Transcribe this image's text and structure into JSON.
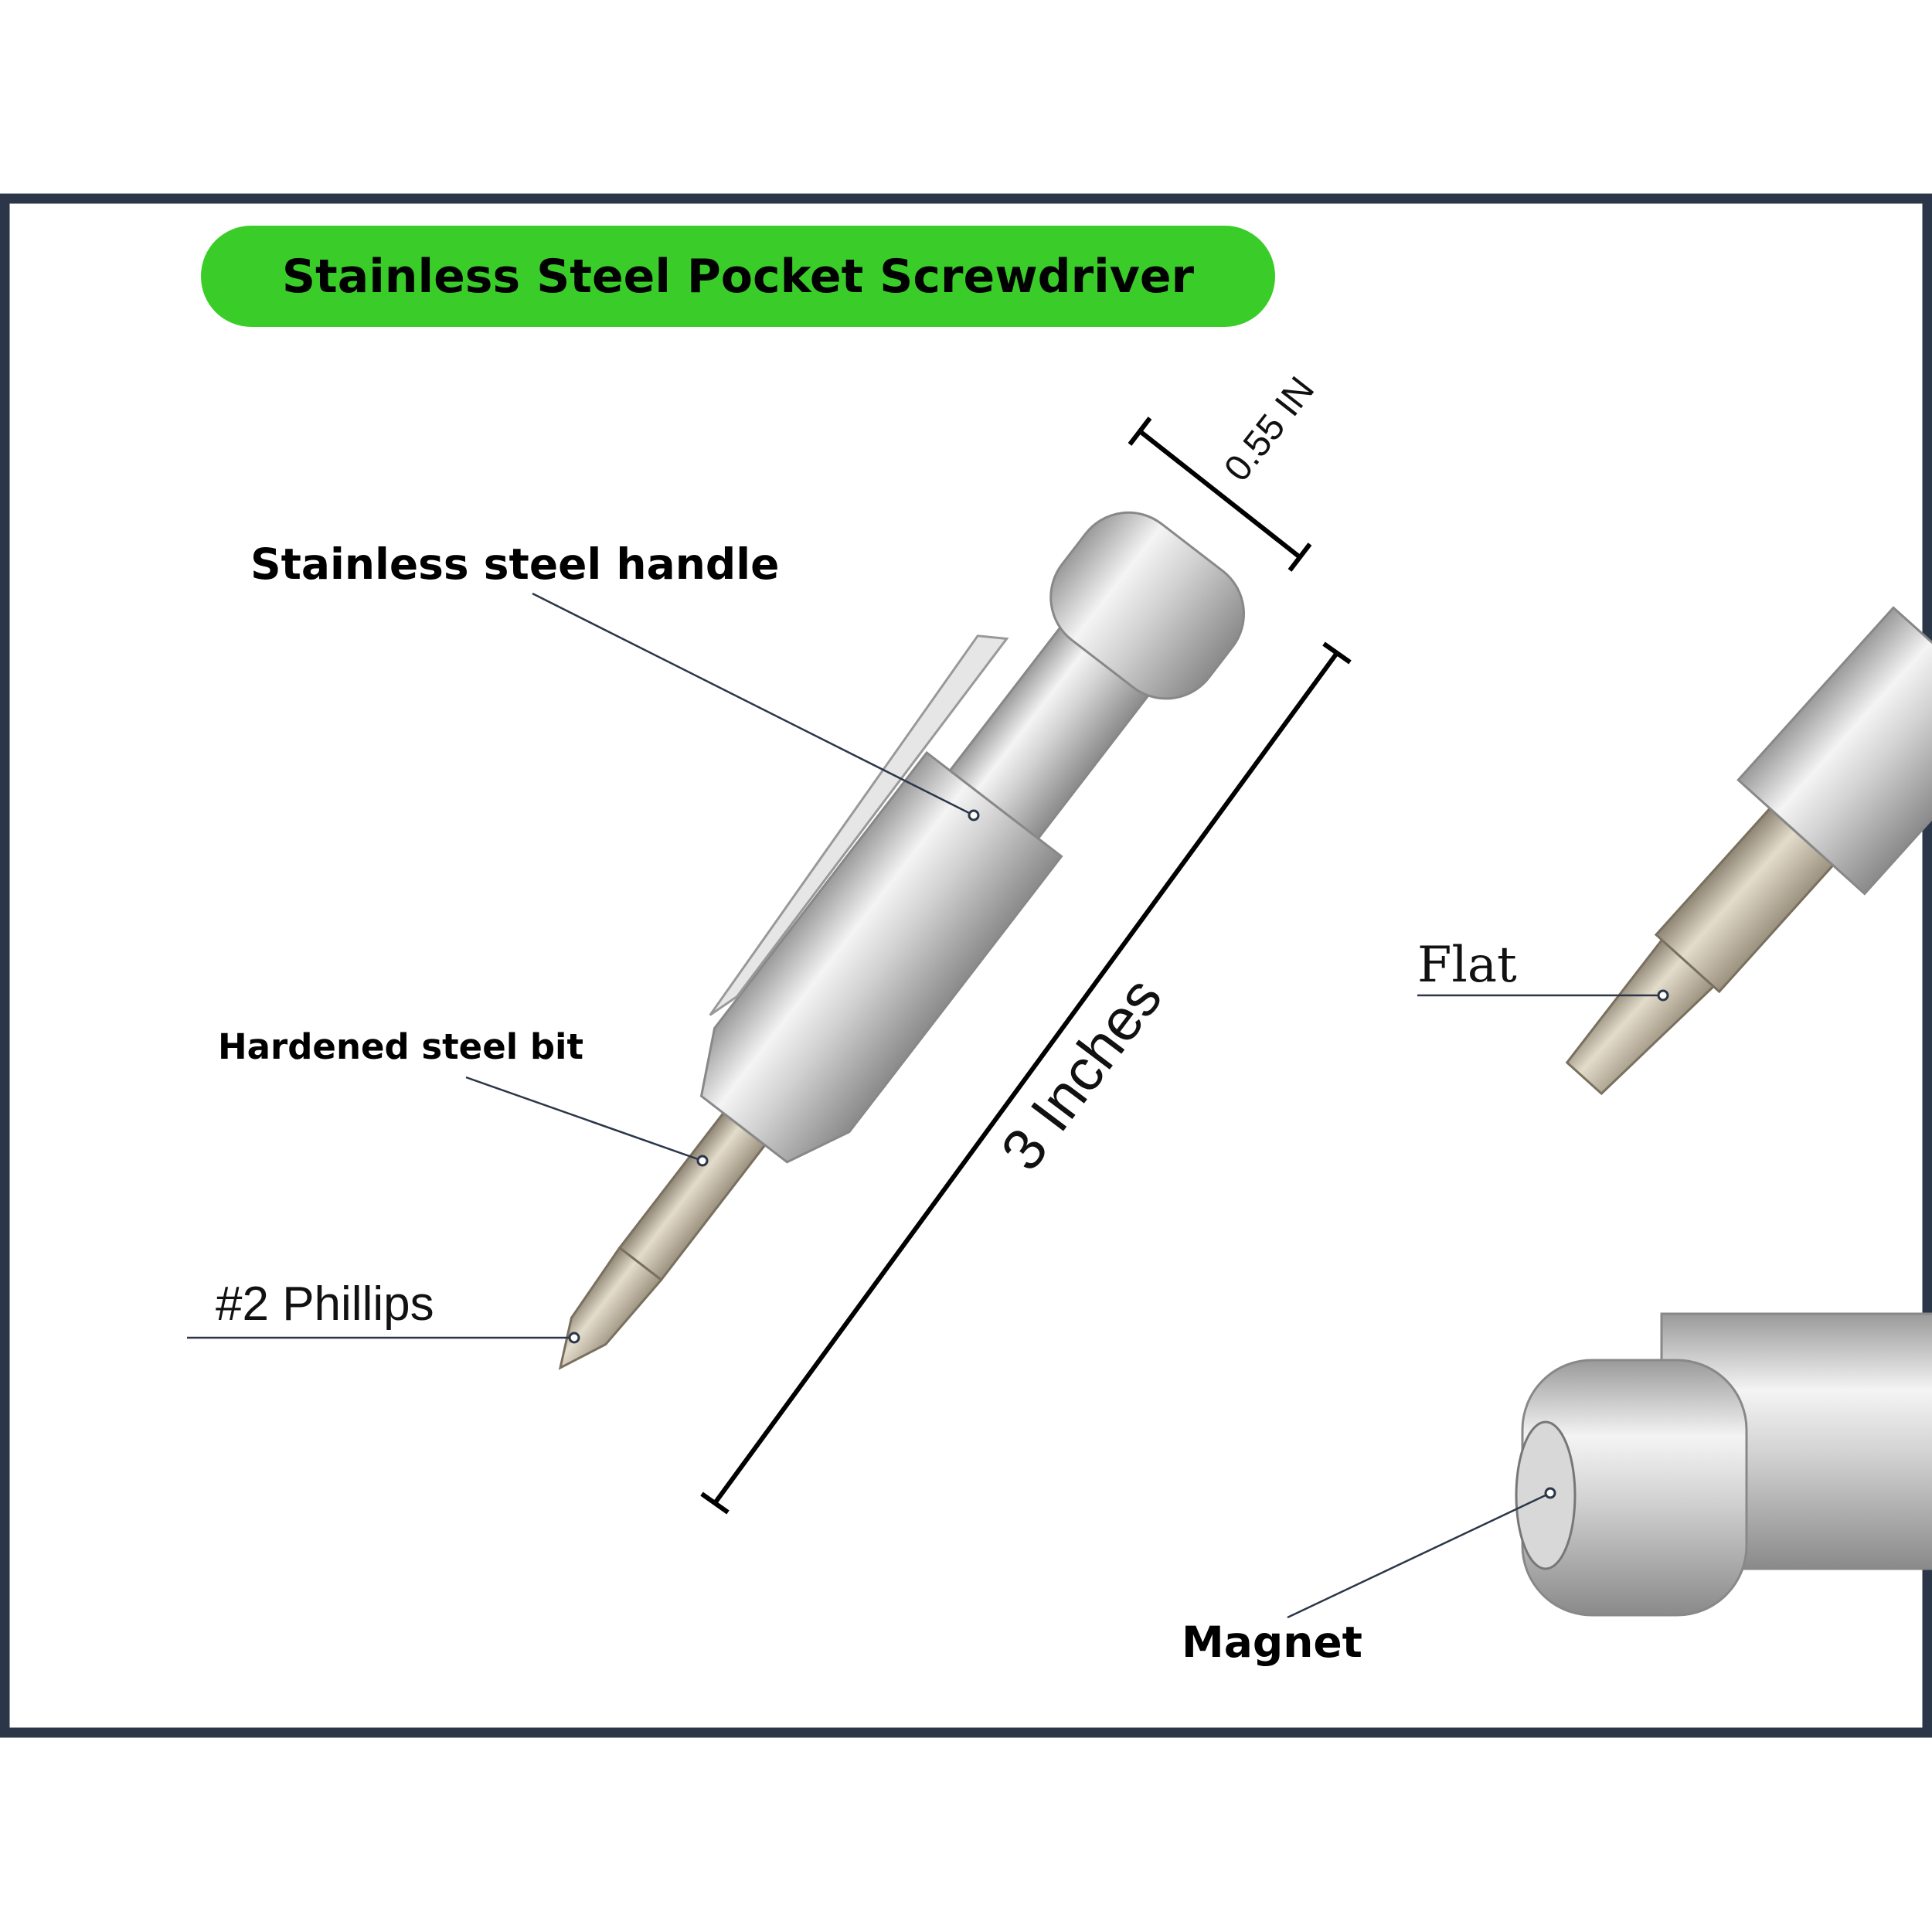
{
  "title": "Stainless Steel Pocket Screwdriver",
  "labels": {
    "handle": "Stainless steel handle",
    "bit": "Hardened steel bit",
    "phillips": "#2 Phillips",
    "flat": "Flat",
    "magnet": "Magnet"
  },
  "dimensions": {
    "width": "0.55 IN",
    "length": "3 Inches"
  },
  "colors": {
    "title_pill": "#3acd2a",
    "frame": "#2b3748"
  }
}
